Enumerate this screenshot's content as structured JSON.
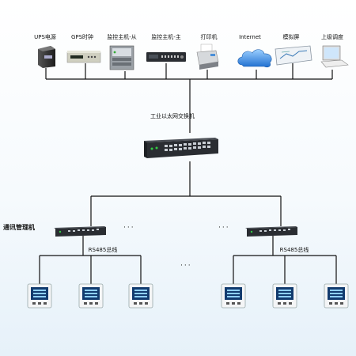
{
  "devices": [
    {
      "label": "UPS电源",
      "icon": "ups-icon"
    },
    {
      "label": "GPS时钟",
      "icon": "gps-clock-icon"
    },
    {
      "label": "监控主机-从",
      "icon": "server-icon"
    },
    {
      "label": "监控主机-主",
      "icon": "dvr-icon"
    },
    {
      "label": "打印机",
      "icon": "printer-icon"
    },
    {
      "label": "Internet",
      "icon": "cloud-icon"
    },
    {
      "label": "模拟屏",
      "icon": "display-screen-icon"
    },
    {
      "label": "上级调度",
      "icon": "laptop-icon"
    }
  ],
  "core_switch": {
    "label": "工业以太网交换机",
    "icon": "ethernet-switch-icon"
  },
  "comm_manager": {
    "label": "通讯管理机",
    "icon": "comm-manager-icon"
  },
  "bus_label": "RS485总线",
  "ellipsis": "···",
  "vertical_ellipsis": "⋮",
  "meter_icon": "power-meter-icon",
  "colors": {
    "wire": "#111111",
    "device_dark": "#2a2d32",
    "led": "#33cc44",
    "meter_screen": "#123b6e"
  }
}
